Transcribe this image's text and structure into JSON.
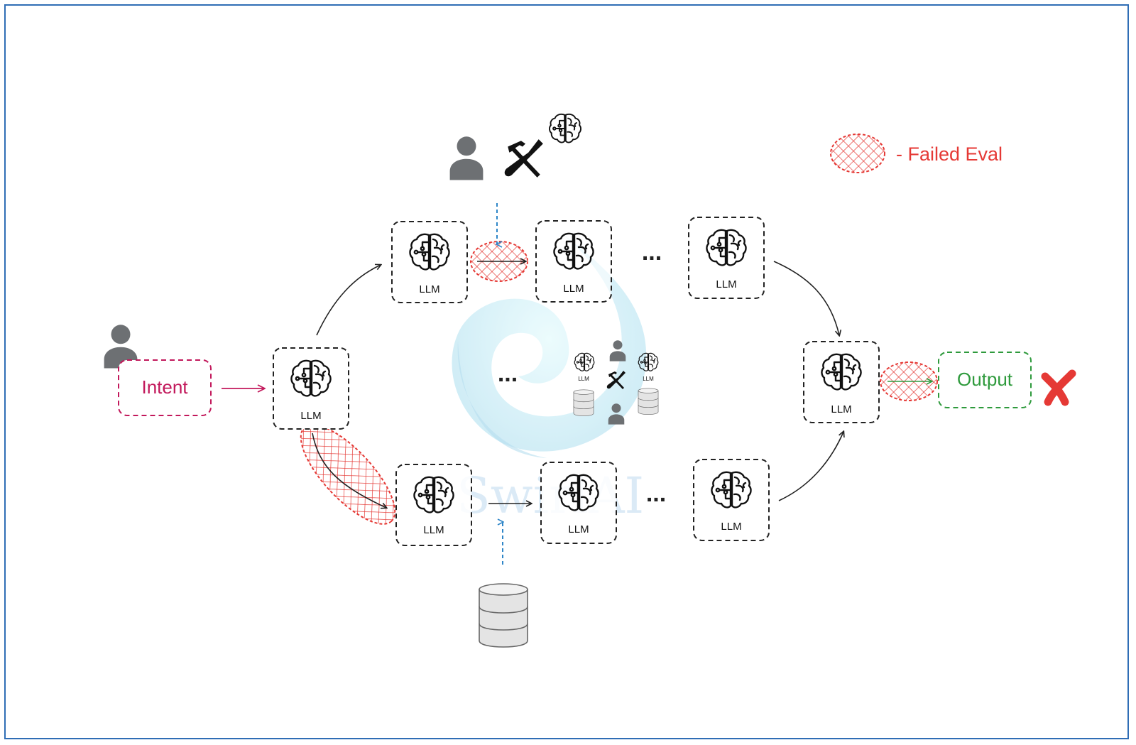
{
  "legend": {
    "text": "- Failed Eval"
  },
  "nodes": {
    "llm_label": "LLM",
    "intent_label": "Intent",
    "output_label": "Output"
  },
  "ellipsis": {
    "text": "..."
  },
  "watermark": {
    "text": "SwirlAI"
  },
  "colors": {
    "frame": "#2f6db5",
    "intent": "#c2185b",
    "output": "#2e9a3c",
    "failed": "#e53935",
    "dashed_arrow": "#2f86c8",
    "person": "#6d7073"
  }
}
